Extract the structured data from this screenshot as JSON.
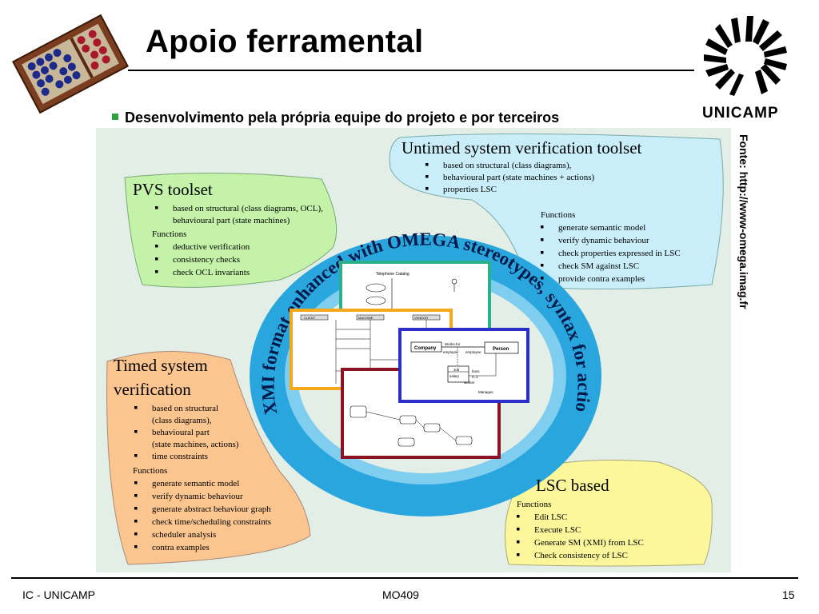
{
  "header": {
    "title": "Apoio ferramental",
    "bullet": "Desenvolvimento pela própria equipe do projeto e por terceiros",
    "logo_text": "UNICAMP"
  },
  "source_note": "Fonte: http://www-omega.imag.fr",
  "diagram": {
    "ring_text": "XMI format enhanced with OMEGA stereotypes, syntax for actions, time-constraints and OCL",
    "untimed": {
      "title": "Untimed system verification toolset",
      "items": [
        "based on structural (class diagrams),",
        "behavioural part (state machines + actions)",
        "properties LSC"
      ],
      "functions_label": "Functions",
      "functions": [
        "generate semantic model",
        "verify dynamic behaviour",
        "check properties expressed in LSC",
        "check SM against LSC",
        "provide contra examples"
      ]
    },
    "pvs": {
      "title": "PVS toolset",
      "items": [
        "based on structural (class diagrams, OCL),",
        "behavioural part (state machines)"
      ],
      "functions_label": "Functions",
      "functions": [
        "deductive verification",
        "consistency checks",
        "check OCL invariants"
      ]
    },
    "timed": {
      "title_line1": "Timed system",
      "title_line2": "verification",
      "items": [
        "based on structural",
        "(class diagrams),",
        "behavioural part",
        "(state machines, actions)",
        "time constraints"
      ],
      "functions_label": "Functions",
      "functions": [
        "generate semantic model",
        "verify dynamic behaviour",
        "generate abstract behaviour graph",
        "check time/scheduling constraints",
        "scheduler analysis",
        "contra examples"
      ]
    },
    "lsc": {
      "title": "LSC based",
      "functions_label": "Functions",
      "functions": [
        "Edit LSC",
        "Execute LSC",
        "Generate SM (XMI) from LSC",
        "Check consistency of LSC"
      ]
    },
    "uml": {
      "class1": "Company",
      "class2": "Person",
      "assoc": "Works-for",
      "role1": "employer",
      "role2": "employee",
      "job": "Job",
      "salary": "salary",
      "boss": "boss",
      "mult": "0..1",
      "worker": "worker",
      "manages": "Manages",
      "usecase_title": "Telephone Catalog",
      "seq_header1": "CLIENT",
      "seq_header2": "MACHINE",
      "seq_header3": "VENDOR"
    }
  },
  "colors": {
    "ring": "#2aa6de",
    "ring_inner": "#7fcdef",
    "untimed_bg": "#c9eefa",
    "pvs_bg": "#c3f2a8",
    "timed_bg": "#fbc58f",
    "lsc_bg": "#fbf79a",
    "frame_green": "#2bb08b",
    "frame_orange": "#f5a81b",
    "frame_blue": "#2c2fc7",
    "frame_red": "#8c1322",
    "bullet_green": "#2fa33f"
  },
  "footer": {
    "left": "IC - UNICAMP",
    "center": "MO409",
    "page": "15"
  }
}
